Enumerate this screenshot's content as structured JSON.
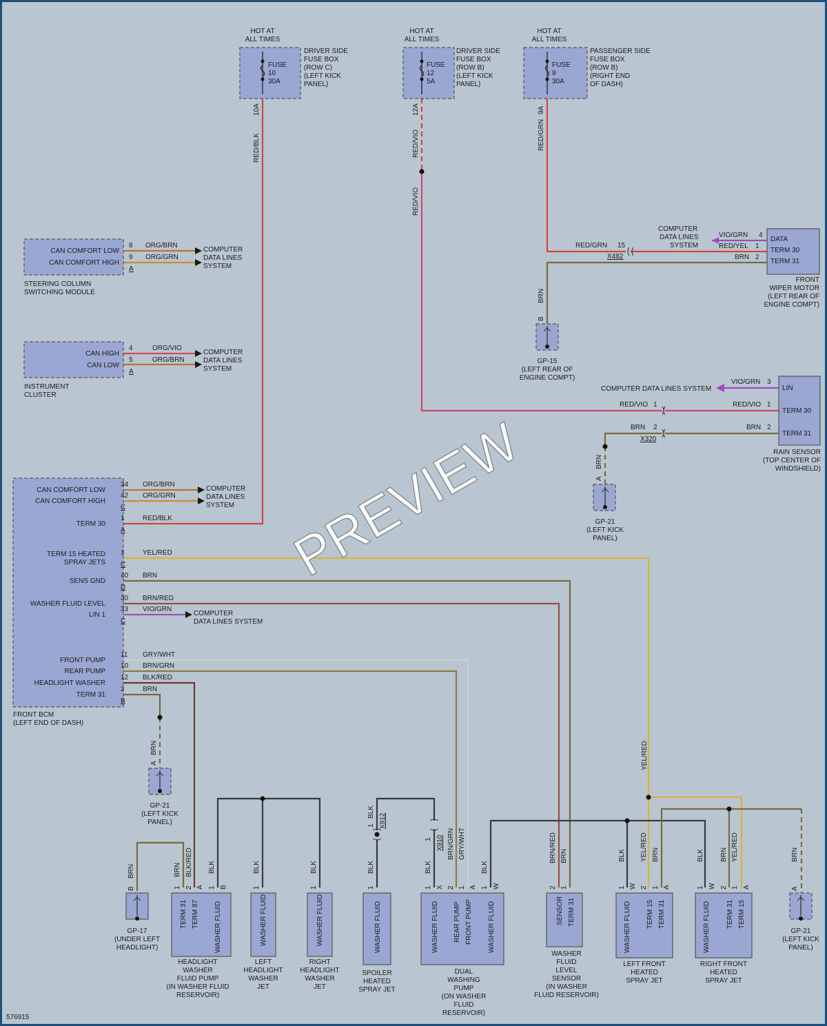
{
  "hot": "HOT AT",
  "all_times": "ALL TIMES",
  "fuse10": {
    "a": "FUSE",
    "b": "10",
    "c": "30A",
    "pin": "10A",
    "wire": "RED/BLK",
    "loc": [
      "DRIVER SIDE",
      "FUSE BOX",
      "(ROW C)",
      "(LEFT KICK",
      "PANEL)"
    ]
  },
  "fuse12": {
    "a": "FUSE",
    "b": "12",
    "c": "5A",
    "pin": "12A",
    "wire": "RED/VIO",
    "loc": [
      "DRIVER SIDE",
      "FUSE BOX",
      "(ROW B)",
      "(LEFT KICK",
      "PANEL)"
    ]
  },
  "fuse9": {
    "a": "FUSE",
    "b": "9",
    "c": "30A",
    "pin": "9A",
    "wire": "RED/GRN",
    "loc": [
      "PASSENGER SIDE",
      "FUSE BOX",
      "(ROW B)",
      "(RIGHT END",
      "OF DASH)"
    ]
  },
  "cdls": [
    "COMPUTER",
    "DATA LINES",
    "SYSTEM"
  ],
  "cdls_two": [
    "COMPUTER",
    "DATA LINES SYSTEM"
  ],
  "cdls_one": "COMPUTER DATA LINES SYSTEM",
  "steering": {
    "p1": "CAN COMFORT LOW",
    "p2": "CAN COMFORT HIGH",
    "n1": "8",
    "n2": "9",
    "c": "A",
    "w1": "ORG/BRN",
    "w2": "ORG/GRN",
    "name": [
      "STEERING COLUMN",
      "SWITCHING MODULE"
    ]
  },
  "cluster": {
    "p1": "CAN HIGH",
    "p2": "CAN LOW",
    "n1": "4",
    "n2": "5",
    "c": "A",
    "w1": "ORG/VIO",
    "w2": "ORG/BRN",
    "name": [
      "INSTRUMENT",
      "CLUSTER"
    ]
  },
  "bcm": {
    "name": [
      "FRONT BCM",
      "(LEFT END OF DASH)"
    ],
    "pins": [
      {
        "label": "CAN COMFORT LOW",
        "num": "34",
        "wire": "ORG/BRN"
      },
      {
        "label": "CAN COMFORT HIGH",
        "num": "42",
        "wire": "ORG/GRN",
        "conn": "C"
      },
      {
        "label": "TERM 30",
        "num": "1",
        "wire": "RED/BLK",
        "conn": "A"
      },
      {
        "label": "TERM 15 HEATED",
        "label2": "SPRAY JETS",
        "num": "1",
        "wire": "YEL/RED",
        "conn": "C"
      },
      {
        "label": "SENS GND",
        "num": "40",
        "wire": "BRN",
        "conn": "D"
      },
      {
        "label": "WASHER FLUID LEVEL",
        "num": "30",
        "wire": "BRN/RED"
      },
      {
        "label": "LIN 1",
        "num": "33",
        "wire": "VIO/GRN",
        "conn": "C"
      },
      {
        "label": "FRONT PUMP",
        "num": "11",
        "wire": "GRY/WHT"
      },
      {
        "label": "REAR PUMP",
        "num": "10",
        "wire": "BRN/GRN"
      },
      {
        "label": "HEADLIGHT WASHER",
        "num": "12",
        "wire": "BLK/RED"
      },
      {
        "label": "TERM 31",
        "num": "2",
        "wire": "BRN",
        "conn": "B"
      }
    ]
  },
  "wiper": {
    "name": [
      "FRONT",
      "WIPER MOTOR",
      "(LEFT REAR OF",
      "ENGINE COMPT)"
    ],
    "p1": "DATA",
    "p2": "TERM 30",
    "p3": "TERM 31",
    "n1": "4",
    "n2": "1",
    "n3": "2",
    "w1": "VIO/GRN",
    "w2": "RED/YEL",
    "w3": "BRN",
    "in_wire": "RED/GRN",
    "in_num": "15",
    "splice": "X482",
    "gnd_wire": "BRN"
  },
  "gp15": {
    "pin": "B",
    "name": [
      "GP-15",
      "(LEFT REAR OF",
      "ENGINE COMPT)"
    ]
  },
  "rain": {
    "name": [
      "RAIN SENSOR",
      "(TOP CENTER OF",
      "WINDSHIELD)"
    ],
    "p1": "LIN",
    "p2": "TERM 30",
    "p3": "TERM 31",
    "n1": "3",
    "n2": "1",
    "n3": "2",
    "w1": "VIO/GRN",
    "w2": "RED/VIO",
    "w3": "BRN",
    "splice": "X320",
    "l2num": "1",
    "l3num": "2"
  },
  "gp21": {
    "pin": "A",
    "name": [
      "GP-21",
      "(LEFT KICK",
      "PANEL)"
    ]
  },
  "gp17": {
    "pin": "B",
    "name": [
      "GP-17",
      "(UNDER LEFT",
      "HEADLIGHT)"
    ]
  },
  "hw_pump": {
    "name": [
      "HEADLIGHT",
      "WASHER",
      "FLUID PUMP",
      "(IN WASHER FLUID",
      "RESERVOIR)"
    ],
    "p1": "TERM 31",
    "p2": "TERM 87",
    "p3": "WASHER FLUID",
    "n1": "1",
    "n2": "2",
    "n3": "1",
    "c1": "A",
    "c2": "B",
    "w1": "BRN",
    "w2": "BLK/RED",
    "w3": "BLK"
  },
  "l_jet": {
    "name": [
      "LEFT",
      "HEADLIGHT",
      "WASHER",
      "JET"
    ],
    "p1": "WASHER FLUID",
    "n1": "1",
    "w1": "BLK"
  },
  "r_jet": {
    "name": [
      "RIGHT",
      "HEADLIGHT",
      "WASHER",
      "JET"
    ],
    "p1": "WASHER FLUID",
    "n1": "1",
    "w1": "BLK"
  },
  "spoiler": {
    "name": [
      "SPOILER",
      "HEATED",
      "SPRAY JET"
    ],
    "p1": "WASHER FLUID",
    "n1": "1",
    "w1": "BLK",
    "splice": "X912"
  },
  "dual": {
    "name": [
      "DUAL",
      "WASHING",
      "PUMP",
      "(ON WASHER",
      "FLUID",
      "RESERVOIR)"
    ],
    "p1": "WASHER FLUID",
    "p2": "REAR PUMP",
    "p3": "FRONT PUMP",
    "p4": "WASHER FLUID",
    "n1": "1",
    "n2": "2",
    "n3": "1",
    "n4": "1",
    "c1": "X",
    "c2": "A",
    "c3": "W",
    "w1": "BLK",
    "w2": "BRN/GRN",
    "w3": "GRY/WHT",
    "w4": "BLK",
    "splice": "X910"
  },
  "wfl": {
    "name": [
      "WASHER",
      "FLUID",
      "LEVEL",
      "SENSOR",
      "(IN WASHER",
      "FLUID RESERVOIR)"
    ],
    "p1": "SENSOR",
    "p2": "TERM 31",
    "n1": "2",
    "n2": "1",
    "w1": "BRN/RED",
    "w2": "BRN"
  },
  "lf_jet": {
    "name": [
      "LEFT FRONT",
      "HEATED",
      "SPRAY JET"
    ],
    "p1": "WASHER FLUID",
    "p2": "TERM 15",
    "p3": "TERM 31",
    "n1": "1",
    "n2": "2",
    "n3": "1",
    "c1": "W",
    "c2": "A",
    "w1": "BLK",
    "w2": "YEL/RED",
    "w3": "BRN",
    "trunk": "YEL/RED"
  },
  "rf_jet": {
    "name": [
      "RIGHT FRONT",
      "HEATED",
      "SPRAY JET"
    ],
    "p1": "WASHER FLUID",
    "p2": "TERM 31",
    "p3": "TERM 15",
    "n1": "1",
    "n2": "2",
    "n3": "1",
    "c1": "W",
    "c2": "A",
    "w1": "BLK",
    "w2": "BRN",
    "w3": "YEL/RED"
  },
  "gp21b": {
    "pin": "A",
    "wire": "BRN",
    "name": [
      "GP-21",
      "(LEFT KICK",
      "PANEL)"
    ]
  },
  "gp21c": {
    "pin": "A",
    "wire": "BRN",
    "name": [
      "GP-21",
      "(LEFT KICK",
      "PANEL)"
    ]
  },
  "gp21d": {
    "wire": "BRN"
  },
  "diagram_id": "576915",
  "watermark": "PREVIEW"
}
